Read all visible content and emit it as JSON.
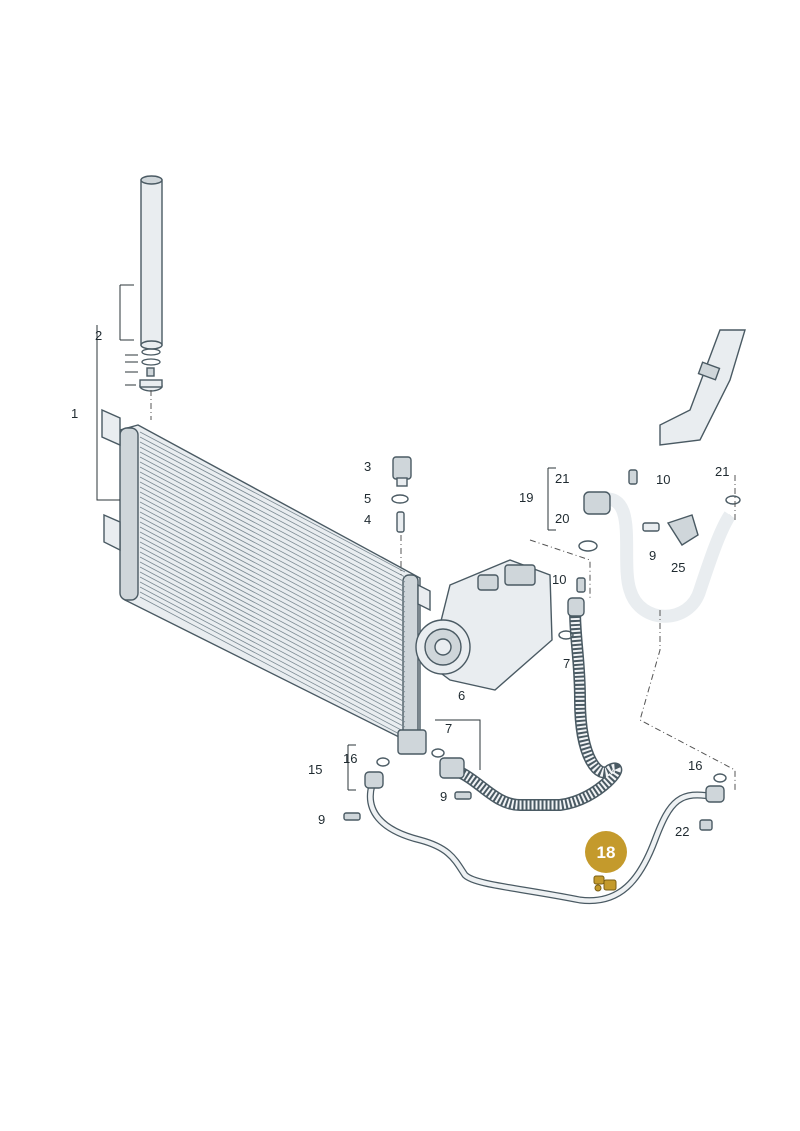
{
  "callouts": {
    "c1": "1",
    "c2": "2",
    "c3": "3",
    "c4": "4",
    "c5": "5",
    "c6": "6",
    "c7a": "7",
    "c7b": "7",
    "c9a": "9",
    "c9b": "9",
    "c9c": "9",
    "c10a": "10",
    "c10b": "10",
    "c15": "15",
    "c16a": "16",
    "c16b": "16",
    "c19": "19",
    "c20": "20",
    "c21a": "21",
    "c21b": "21",
    "c22": "22",
    "c25": "25"
  },
  "highlight": {
    "number": "18",
    "color": "#c49a2c"
  }
}
